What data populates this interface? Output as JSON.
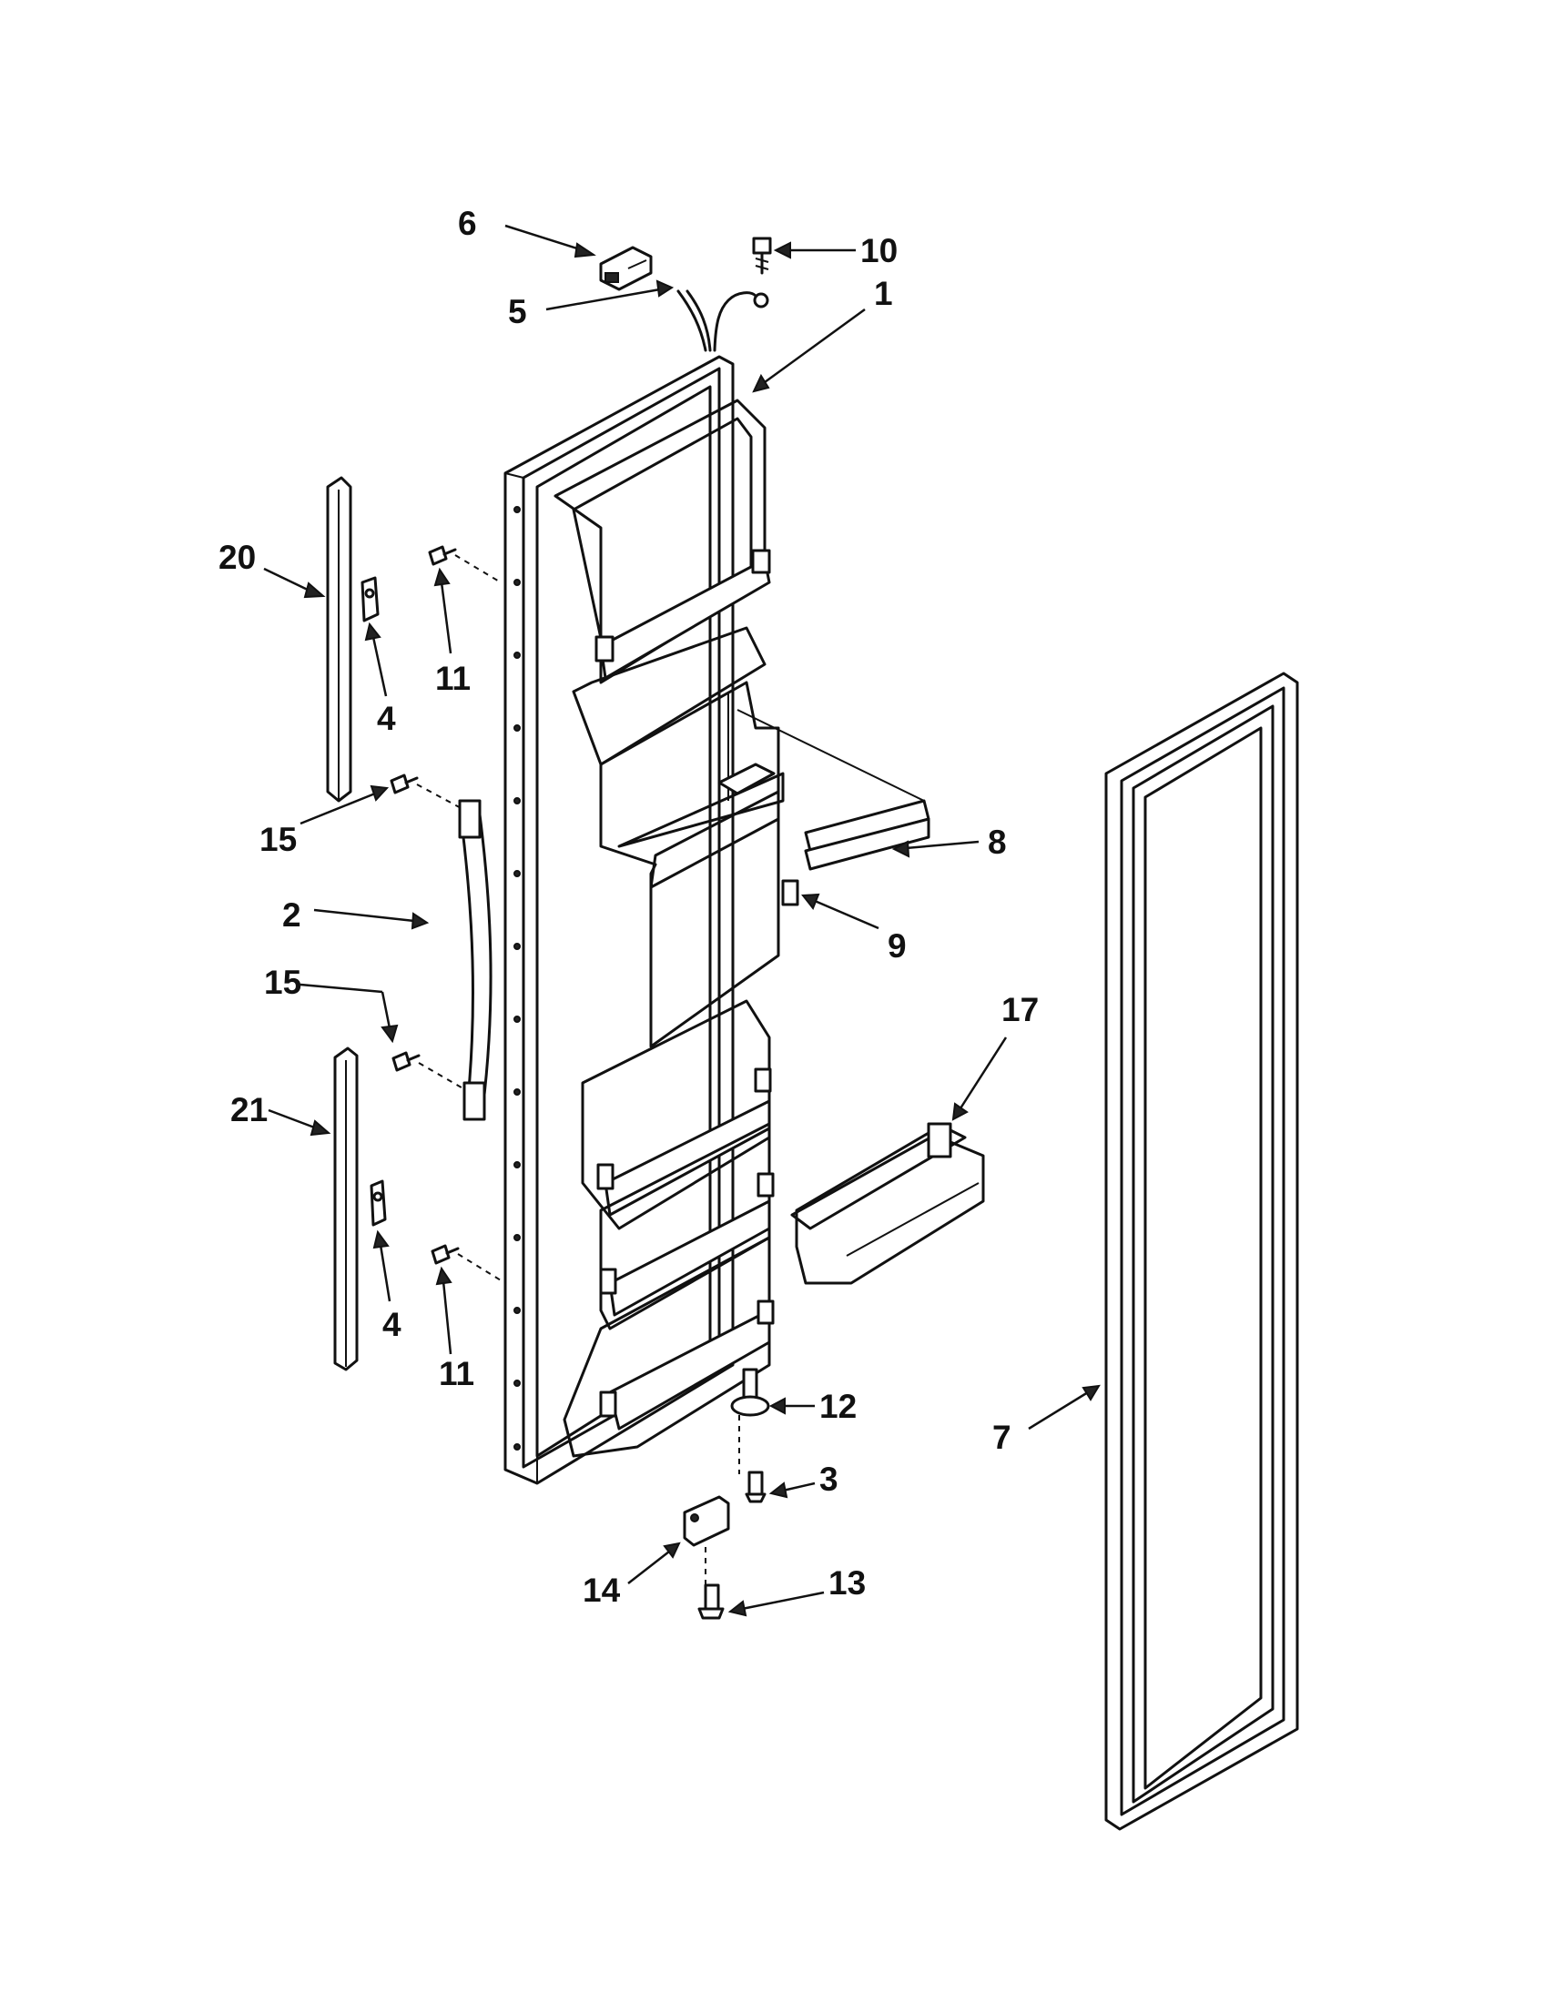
{
  "diagram": {
    "callouts": [
      {
        "id": "c6",
        "label": "6"
      },
      {
        "id": "c10",
        "label": "10"
      },
      {
        "id": "c5",
        "label": "5"
      },
      {
        "id": "c1",
        "label": "1"
      },
      {
        "id": "c20",
        "label": "20"
      },
      {
        "id": "c4a",
        "label": "4"
      },
      {
        "id": "c11a",
        "label": "11"
      },
      {
        "id": "c15a",
        "label": "15"
      },
      {
        "id": "c2",
        "label": "2"
      },
      {
        "id": "c15b",
        "label": "15"
      },
      {
        "id": "c21",
        "label": "21"
      },
      {
        "id": "c4b",
        "label": "4"
      },
      {
        "id": "c11b",
        "label": "11"
      },
      {
        "id": "c8",
        "label": "8"
      },
      {
        "id": "c9",
        "label": "9"
      },
      {
        "id": "c17",
        "label": "17"
      },
      {
        "id": "c12",
        "label": "12"
      },
      {
        "id": "c3",
        "label": "3"
      },
      {
        "id": "c14",
        "label": "14"
      },
      {
        "id": "c13",
        "label": "13"
      },
      {
        "id": "c7",
        "label": "7"
      }
    ]
  }
}
